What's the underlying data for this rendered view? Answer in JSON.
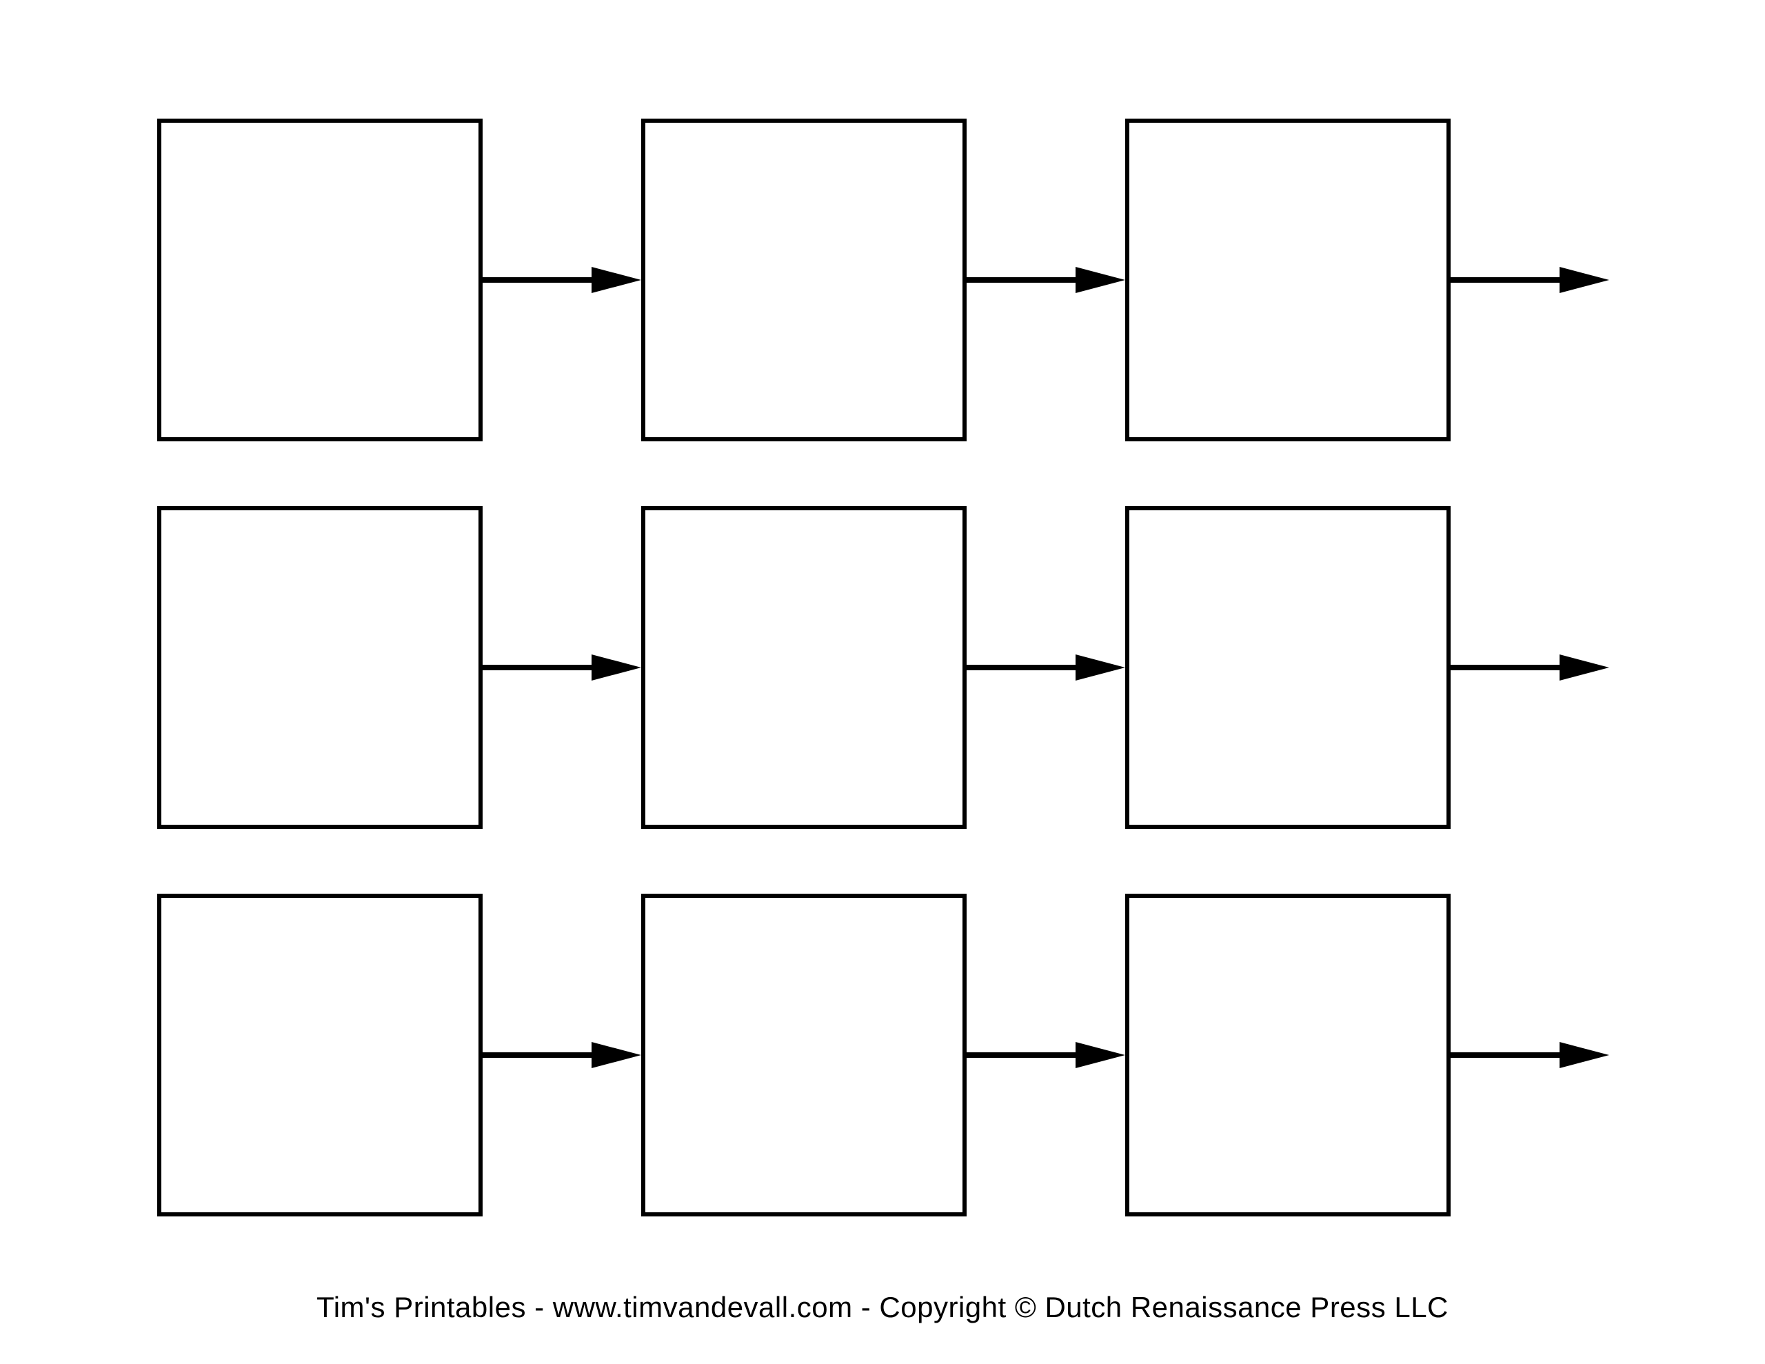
{
  "page": {
    "background": "#ffffff"
  },
  "flowchart": {
    "rows": 3,
    "boxes_per_row": 3,
    "box_fill": "#ffffff",
    "box_border_color": "#000000",
    "arrow_color": "#000000",
    "box_labels": [
      [
        "",
        "",
        ""
      ],
      [
        "",
        "",
        ""
      ],
      [
        "",
        "",
        ""
      ]
    ]
  },
  "footer": {
    "caption": "Tim's Printables - www.timvandevall.com  - Copyright © Dutch Renaissance Press LLC"
  }
}
